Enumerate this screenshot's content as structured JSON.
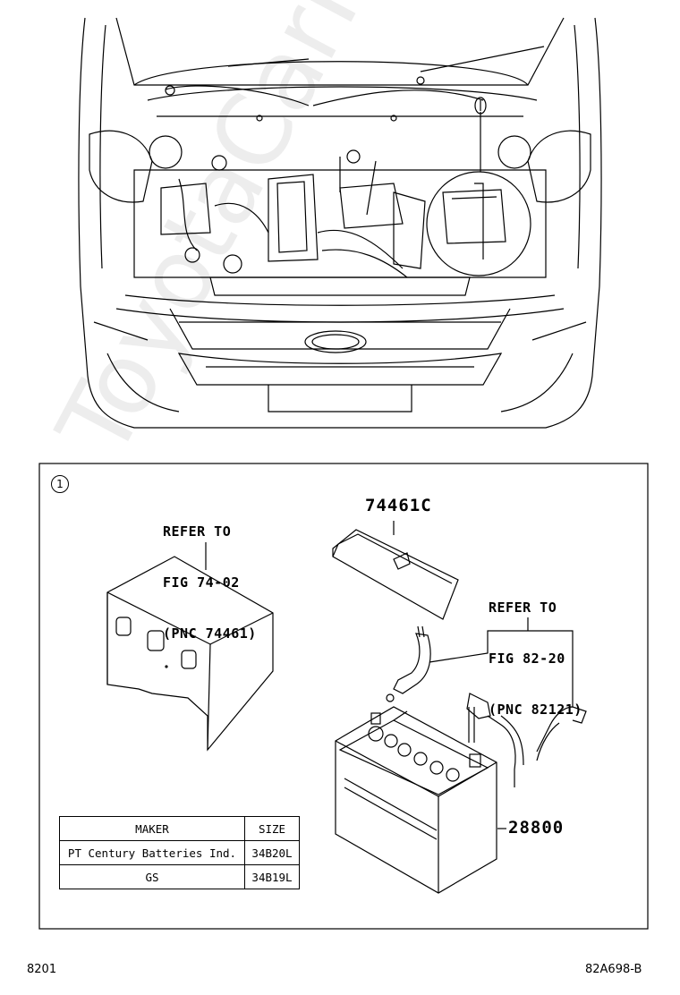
{
  "detail_marker": "1",
  "callouts": {
    "tray_ref": [
      "REFER TO",
      "FIG 74-02",
      "(PNC 74461)"
    ],
    "cable_ref": [
      "REFER TO",
      "FIG 82-20",
      "(PNC 82121)"
    ]
  },
  "part_numbers": {
    "cover": "74461C",
    "battery": "28800"
  },
  "table": {
    "headers": [
      "MAKER",
      "SIZE"
    ],
    "rows": [
      {
        "maker": "PT Century Batteries Ind.",
        "size": "34B20L"
      },
      {
        "maker": "GS",
        "size": "34B19L"
      }
    ]
  },
  "footer": {
    "left": "8201",
    "right": "82A698-B"
  },
  "watermark": "ToyotaCarInfo"
}
